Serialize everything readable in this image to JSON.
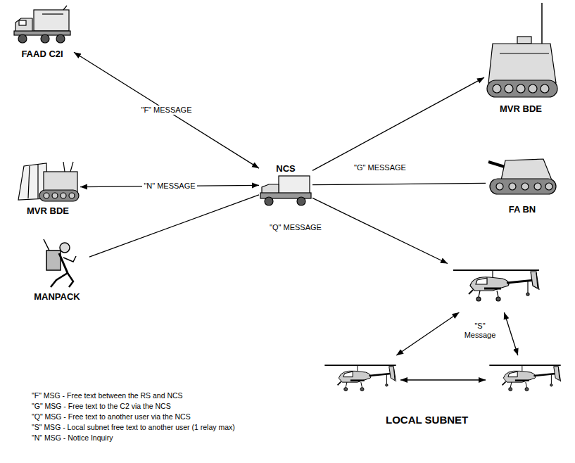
{
  "diagram": {
    "nodes": [
      {
        "text": [
          "FAAD C2I"
        ]
      },
      {
        "text": [
          "MVR BDE"
        ]
      },
      {
        "text": [
          "MVR BDE"
        ]
      },
      {
        "text": [
          "NCS"
        ]
      },
      {
        "text": [
          "FA BN"
        ]
      },
      {
        "text": [
          "MANPACK"
        ]
      },
      {
        "text": []
      },
      {
        "text": []
      },
      {
        "text": []
      }
    ],
    "edges": [
      {
        "from": 0,
        "to": 3,
        "arrow": "both",
        "label": "\"F\" MESSAGE"
      },
      {
        "from": 2,
        "to": 3,
        "arrow": "both",
        "label": "\"N\" MESSAGE"
      },
      {
        "from": 3,
        "to": 1,
        "arrow": "to",
        "label": "\"G\" MESSAGE"
      },
      {
        "from": 4,
        "to": 3,
        "arrow": "none"
      },
      {
        "from": 5,
        "to": 3,
        "arrow": "none"
      },
      {
        "from": 3,
        "to": 6,
        "arrow": "to",
        "label": "\"Q\" MESSAGE"
      },
      {
        "from": 6,
        "to": 7,
        "arrow": "both"
      },
      {
        "from": 6,
        "to": 8,
        "arrow": "both"
      },
      {
        "from": 7,
        "to": 8,
        "arrow": "both"
      }
    ],
    "labels": [
      "\"S\" Message",
      "LOCAL SUBNET",
      "\"F\" MSG - Free text between the RS and NCS",
      "\"G\" MSG - Free text to the C2 via the NCS",
      "\"Q\" MSG - Free text to another user via the NCS",
      "\"S\" MSG - Local subnet free text to another user (1 relay max)",
      "\"N\" MSG - Notice Inquiry"
    ]
  }
}
